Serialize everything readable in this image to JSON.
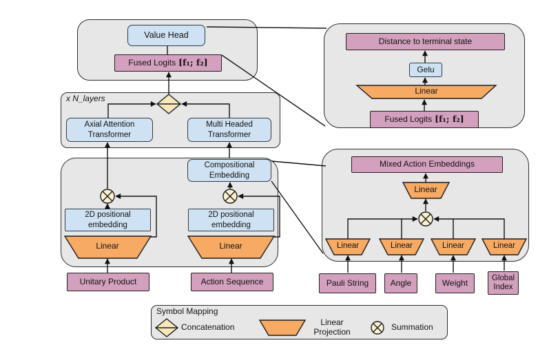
{
  "colors": {
    "container_fill": "#e7e7e7",
    "blue_fill": "#cfe2f3",
    "purple_fill": "#d3a0bd",
    "orange_fill": "#f6aa63",
    "circle_fill": "#faefd0",
    "diamond_fill": "#f7e8bc",
    "line": "#111111"
  },
  "value_module": {
    "value_head": "Value Head",
    "fused_logits": "Fused Logits",
    "fused_logits_math": "[f₁; f₂]"
  },
  "layers_module": {
    "repeat_tag": "x N_layers",
    "axial_transformer": "Axial Attention\nTransformer",
    "multi_transformer": "Multi Headed\nTransformer"
  },
  "embedding_module": {
    "compositional": "Compositional\nEmbedding",
    "pos_embed_left": "2D positional\nembedding",
    "pos_embed_right": "2D positional\nembedding",
    "linear_left": "Linear",
    "linear_right": "Linear"
  },
  "inputs_left": {
    "unitary_product": "Unitary Product",
    "action_sequence": "Action Sequence"
  },
  "value_head_detail": {
    "distance": "Distance to terminal state",
    "gelu": "Gelu",
    "linear": "Linear",
    "fused_logits": "Fused Logits",
    "fused_logits_math": "[f₁; f₂]"
  },
  "action_embedding_detail": {
    "title": "Mixed Action Embeddings",
    "linear_out": "Linear",
    "linear_inputs": [
      "Linear",
      "Linear",
      "Linear",
      "Linear"
    ]
  },
  "inputs_right": {
    "pauli_string": "Pauli String",
    "angle": "Angle",
    "weight": "Weight",
    "global_index": "Global\nIndex"
  },
  "legend": {
    "title": "Symbol Mapping",
    "concatenation": "Concatenation",
    "linear_projection": "Linear\nProjection",
    "summation": "Summation"
  }
}
